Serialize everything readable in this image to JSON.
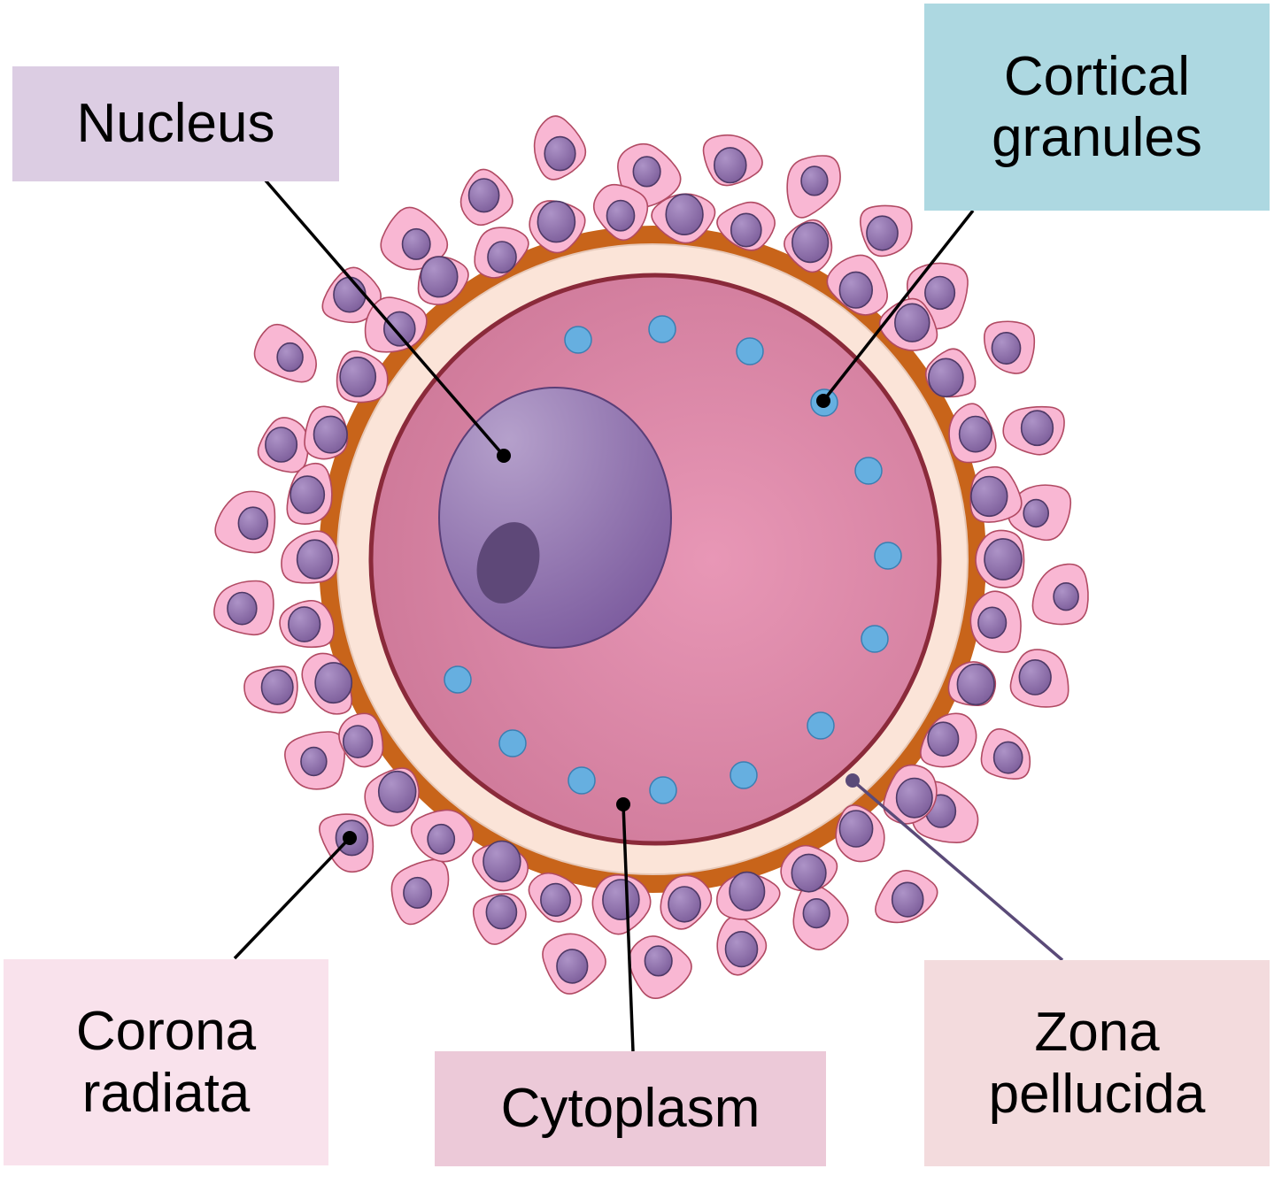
{
  "colors": {
    "background": "#ffffff",
    "corona_cell_fill": "#f9b7d3",
    "corona_cell_stroke": "#b14a63",
    "cell_nucleus_fill": "#8c6aa6",
    "cell_nucleus_stroke": "#4e3966",
    "zona_pellucida_fill": "#fbe4d8",
    "perivitelline_fill": "#c8641a",
    "cytoplasm_fill": "#db8aa7",
    "cytoplasm_stroke": "#8a2a3a",
    "oocyte_nucleus_fill": "#9478b3",
    "nucleolus_fill": "#5e4878",
    "cortical_granule_fill": "#66afe0",
    "cortical_granule_stroke": "#3a7fb2",
    "leader_line": "#000000",
    "leader_line_zona": "#5a4a78"
  },
  "labels": {
    "nucleus": {
      "text": "Nucleus",
      "bg": "#dccde3"
    },
    "cortical_granules": {
      "line1": "Cortical",
      "line2": "granules",
      "bg": "#add8e1"
    },
    "corona_radiata": {
      "line1": "Corona",
      "line2": "radiata",
      "bg": "#f9e2ec"
    },
    "cytoplasm": {
      "text": "Cytoplasm",
      "bg": "#ecc9d8"
    },
    "zona_pellucida": {
      "line1": "Zona",
      "line2": "pellucida",
      "bg": "#f3dbdd"
    }
  }
}
